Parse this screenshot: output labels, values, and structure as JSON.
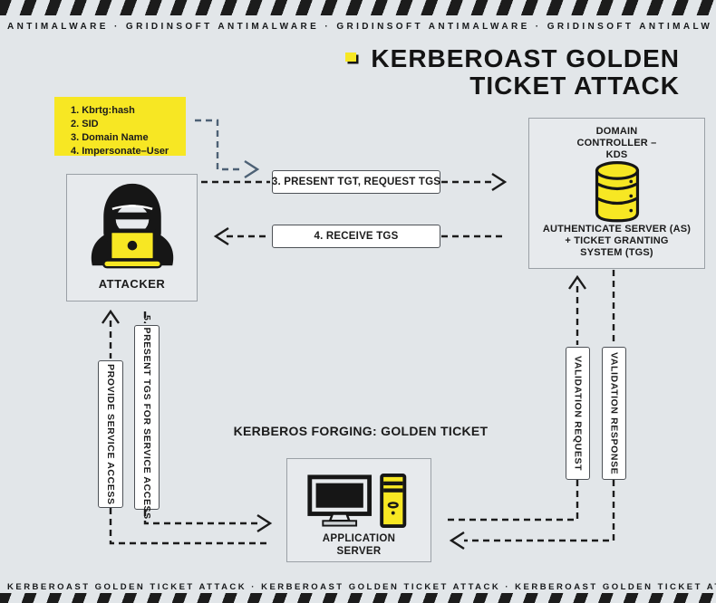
{
  "banners": {
    "top": "ANTIMALWARE · GRIDINSOFT ANTIMALWARE · GRIDINSOFT ANTIMALWARE · GRIDINSOFT ANTIMALW",
    "bottom": "KERBEROAST GOLDEN TICKET ATTACK · KERBEROAST GOLDEN TICKET ATTACK · KERBEROAST GOLDEN TICKET AT"
  },
  "title": {
    "line1": "KERBEROAST GOLDEN",
    "line2": "TICKET ATTACK"
  },
  "note": {
    "items": [
      "1. Kbrtg:hash",
      "2. SID",
      "3. Domain Name",
      "4. Impersonate–User"
    ]
  },
  "nodes": {
    "attacker": {
      "label": "ATTACKER"
    },
    "domain_controller": {
      "title": "DOMAIN\nCONTROLLER –\nKDS",
      "subtitle": "AUTHENTICATE SERVER (AS)\n+ TICKET GRANTING\nSYSTEM (TGS)"
    },
    "application_server": {
      "label": "APPLICATION\nSERVER"
    }
  },
  "flows": {
    "present_tgt": "3. PRESENT TGT, REQUEST TGS",
    "receive_tgs": "4. RECEIVE TGS",
    "present_tgs_service": "5. PRESENT TGS FOR SERVICE ACCESS",
    "provide_service": "PROVIDE SERVICE ACCESS",
    "validation_request": "VALIDATION REQUEST",
    "validation_response": "VALIDATION RESPONSE"
  },
  "caption": "KERBEROS FORGING: GOLDEN TICKET",
  "colors": {
    "background": "#e2e6e9",
    "accent_yellow": "#f7e723",
    "ink": "#1b1b1b",
    "connector_blue": "#4d6175"
  }
}
